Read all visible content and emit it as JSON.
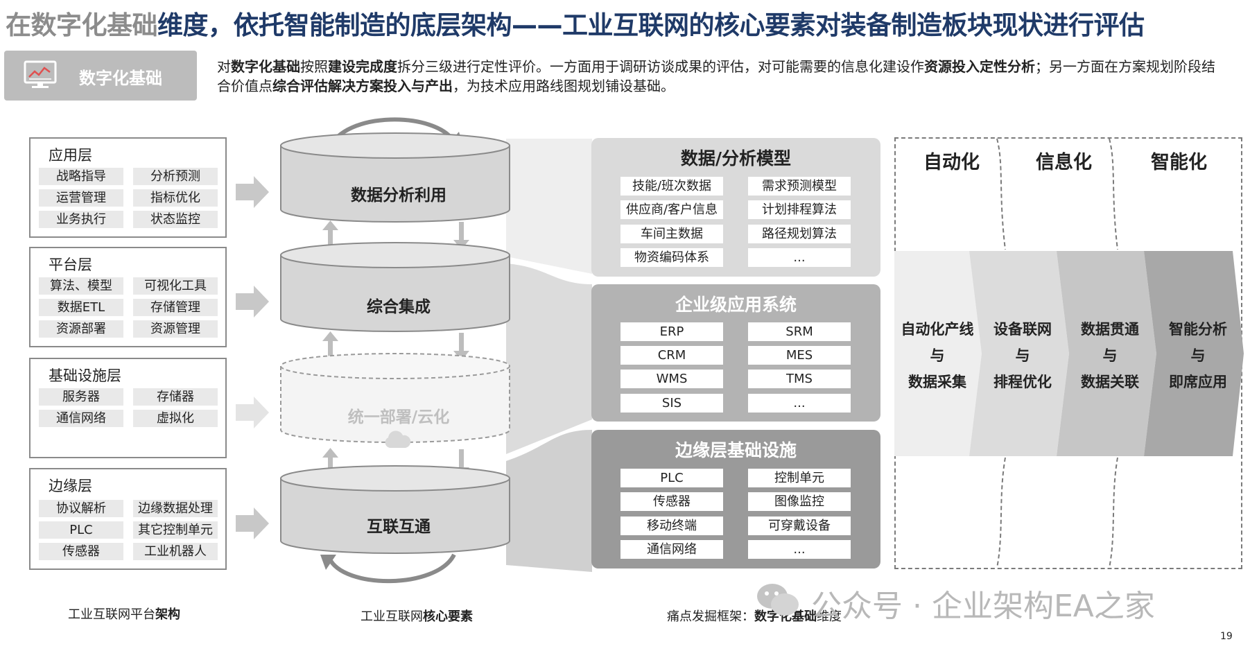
{
  "title": {
    "part_gray": "在数字化基础",
    "part_blue": "维度，依托智能制造的底层架构——工业互联网的核心要素对装备制造板块现状进行评估"
  },
  "badge": {
    "label": "数字化基础"
  },
  "intro": {
    "t1": "对",
    "b1": "数字化基础",
    "t2": "按照",
    "b2": "建设完成度",
    "t3": "拆分三级进行定性评价。一方面用于调研访谈成果的评估，对可能需要的信息化建设作",
    "b3": "资源投入定性分析",
    "t4": "；另一方面在方案规划阶段结合价值点",
    "b4": "综合评估解决方案投入与产出",
    "t5": "，为技术应用路线图规划铺设基础。"
  },
  "layers": [
    {
      "title": "应用层",
      "items": [
        "战略指导",
        "分析预测",
        "运营管理",
        "指标优化",
        "业务执行",
        "状态监控"
      ]
    },
    {
      "title": "平台层",
      "items": [
        "算法、模型",
        "可视化工具",
        "数据ETL",
        "存储管理",
        "资源部署",
        "资源管理"
      ]
    },
    {
      "title": "基础设施层",
      "items": [
        "服务器",
        "存储器",
        "通信网络",
        "虚拟化"
      ]
    },
    {
      "title": "边缘层",
      "items": [
        "协议解析",
        "边缘数据处理",
        "PLC",
        "其它控制单元",
        "传感器",
        "工业机器人"
      ]
    }
  ],
  "cylinders": {
    "c1": "数据分析利用",
    "c2": "综合集成",
    "c3": "统一部署/云化",
    "c4": "互联互通"
  },
  "panels": [
    {
      "title": "数据/分析模型",
      "cells": [
        "技能/班次数据",
        "需求预测模型",
        "供应商/客户信息",
        "计划排程算法",
        "车间主数据",
        "路径规划算法",
        "物资编码体系",
        "..."
      ]
    },
    {
      "title": "企业级应用系统",
      "cells": [
        "ERP",
        "SRM",
        "CRM",
        "MES",
        "WMS",
        "TMS",
        "SIS",
        "..."
      ]
    },
    {
      "title": "边缘层基础设施",
      "cells": [
        "PLC",
        "控制单元",
        "传感器",
        "图像监控",
        "移动终端",
        "可穿戴设备",
        "通信网络",
        "..."
      ]
    }
  ],
  "right": {
    "headers": [
      "自动化",
      "信息化",
      "智能化"
    ],
    "chevrons": [
      {
        "l1": "自动化产线",
        "l2": "与",
        "l3": "数据采集"
      },
      {
        "l1": "设备联网",
        "l2": "与",
        "l3": "排程优化"
      },
      {
        "l1": "数据贯通",
        "l2": "与",
        "l3": "数据关联"
      },
      {
        "l1": "智能分析",
        "l2": "与",
        "l3": "即席应用"
      }
    ]
  },
  "captions": {
    "c1_a": "工业互联网平台",
    "c1_b": "架构",
    "c2_a": "工业互联网",
    "c2_b": "核心要素",
    "c3_a": "痛点发掘框架：",
    "c3_b": "数字化基础",
    "c3_c": "维度"
  },
  "watermark": "公众号 · 企业架构EA之家",
  "page_number": "19",
  "colors": {
    "title_blue": "#1f3a68",
    "title_gray": "#8c8c8c",
    "panel1": "#dadada",
    "panel2": "#b3b3b3",
    "panel3": "#9a9a9a"
  }
}
